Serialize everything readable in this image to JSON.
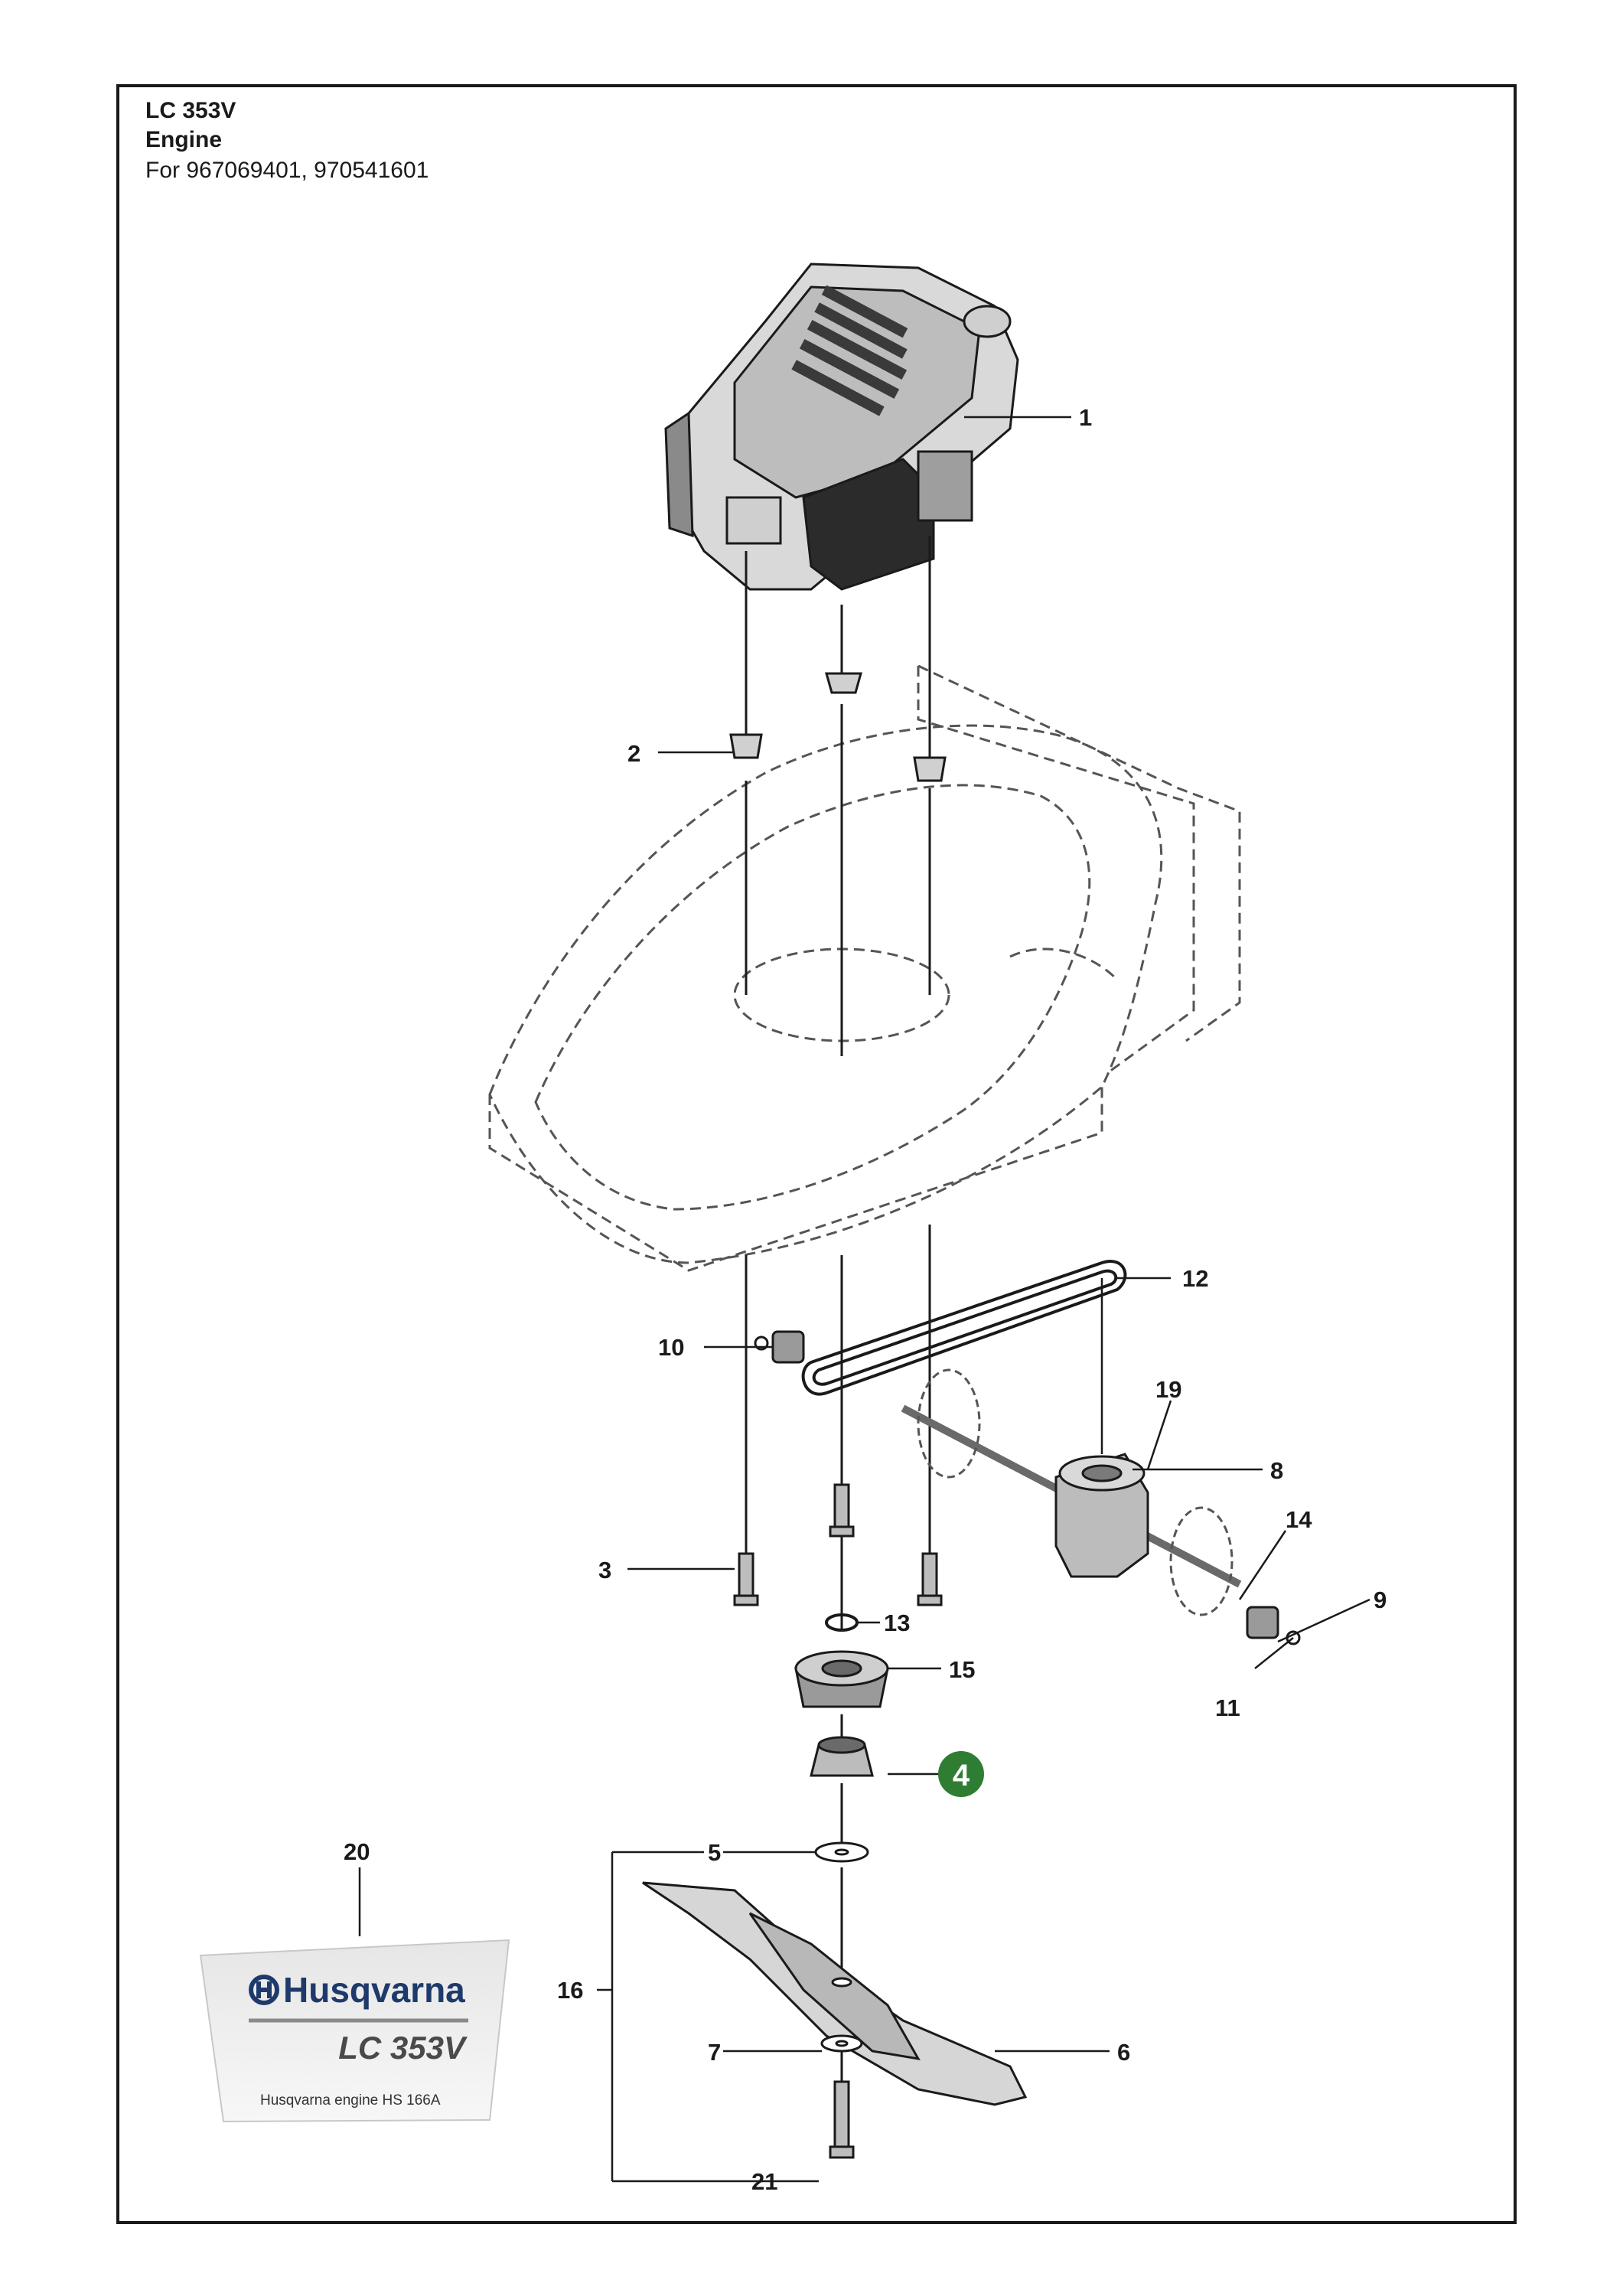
{
  "header": {
    "model": "LC 353V",
    "section": "Engine",
    "applies_to": "For 967069401, 970541601"
  },
  "callouts": [
    {
      "id": "1",
      "part": "engine"
    },
    {
      "id": "2",
      "part": "engine-mount-insert"
    },
    {
      "id": "3",
      "part": "engine-bolt"
    },
    {
      "id": "4",
      "part": "blade-adapter",
      "highlighted": true
    },
    {
      "id": "5",
      "part": "washer"
    },
    {
      "id": "6",
      "part": "blade"
    },
    {
      "id": "7",
      "part": "washer"
    },
    {
      "id": "8",
      "part": "gearbox"
    },
    {
      "id": "9",
      "part": "pinion"
    },
    {
      "id": "10",
      "part": "pinion"
    },
    {
      "id": "11",
      "part": "washer"
    },
    {
      "id": "12",
      "part": "drive-belt"
    },
    {
      "id": "13",
      "part": "ring"
    },
    {
      "id": "14",
      "part": "pin"
    },
    {
      "id": "15",
      "part": "pulley"
    },
    {
      "id": "16",
      "part": "blade-kit"
    },
    {
      "id": "19",
      "part": "transmission"
    },
    {
      "id": "20",
      "part": "decal"
    },
    {
      "id": "21",
      "part": "blade-bolt"
    }
  ],
  "decal": {
    "brand": "Husqvarna",
    "model": "LC 353V",
    "engine_note": "Husqvarna engine HS 166A"
  },
  "colors": {
    "highlight_badge": "#2e7d32",
    "line": "#1a1a1a",
    "ghost": "#555555"
  }
}
